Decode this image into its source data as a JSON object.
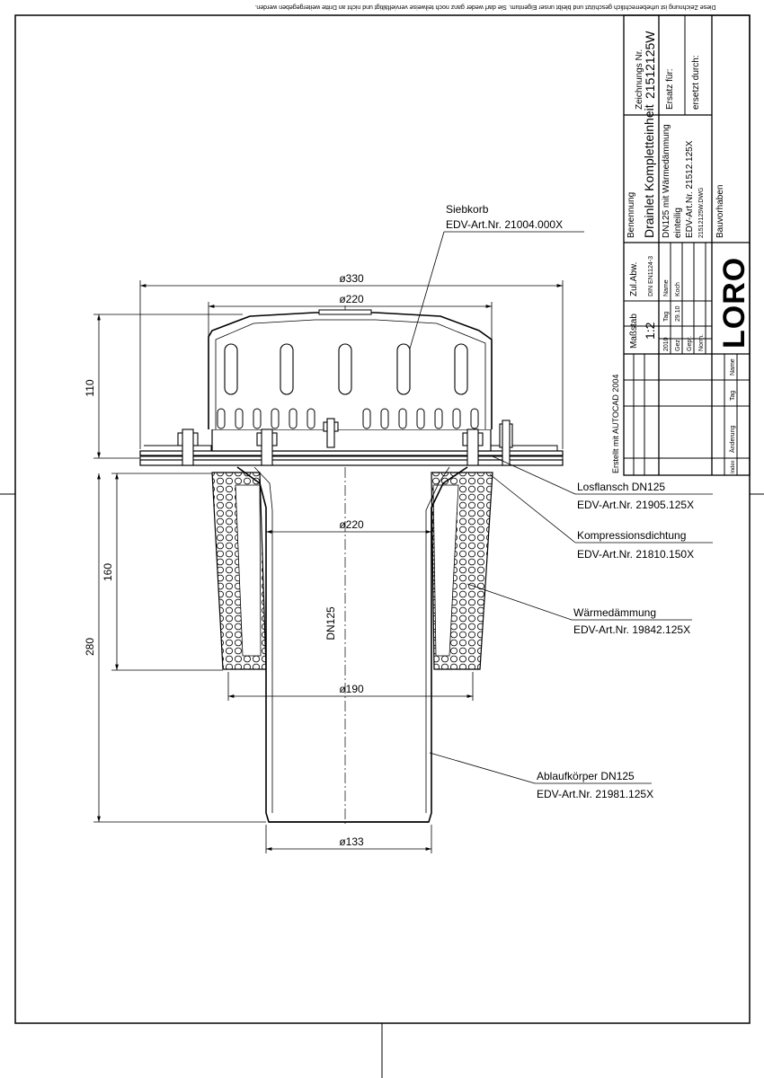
{
  "top_note": "Diese Zeichnung ist urheberrechtlich geschützt und bleibt unser Eigentum. Sie darf weder ganz noch teilweise vervielfältigt und nicht an Dritte weitergegeben werden.",
  "dimensions": {
    "d330": "ø330",
    "d220_top": "ø220",
    "d220_mid": "ø220",
    "d190": "ø190",
    "d133": "ø133",
    "h110": "110",
    "h160": "160",
    "h280": "280",
    "dn125": "DN125"
  },
  "callouts": [
    {
      "title": "Siebkorb",
      "art": "EDV-Art.Nr. 21004.000X"
    },
    {
      "title": "Losflansch DN125",
      "art": "EDV-Art.Nr. 21905.125X"
    },
    {
      "title": "Kompressionsdichtung",
      "art": "EDV-Art.Nr. 21810.150X"
    },
    {
      "title": "Wärmedämmung",
      "art": "EDV-Art.Nr. 19842.125X"
    },
    {
      "title": "Ablaufkörper DN125",
      "art": "EDV-Art.Nr. 21981.125X"
    }
  ],
  "title_block": {
    "zeichnungs_label": "Zeichnungs Nr.",
    "zeichnungs_nr": "21512125W",
    "ersatz_fuer": "Ersatz für:",
    "ersetzt_durch": "ersetzt durch:",
    "benennung_label": "Benennung",
    "benennung": "Drainlet Kompletteinheit",
    "desc1": "DN125 mit Wärmedämmung",
    "desc2": "einteilig",
    "desc3": "EDV-Art.Nr. 21512.125X",
    "desc4": "21512125W.DWG",
    "bauvorhaben": "Bauvorhaben",
    "zul_label": "Zul.Abw.",
    "zul_value": "DIN EN1124-3",
    "massstab_label": "Maßstab",
    "massstab_value": "1:2",
    "year": "2010",
    "tag": "Tag",
    "name": "Name",
    "gez": "Gez.",
    "gez_date": "29.10",
    "gez_name": "Koch",
    "gepr": "Gepr.",
    "norm": "Norm.",
    "logo": "LORO",
    "rev_name": "Name",
    "rev_tag": "Tag",
    "rev_aenderung": "Änderung",
    "rev_index": "Index",
    "erstellt": "Erstellt mit AUTOCAD 2004"
  }
}
